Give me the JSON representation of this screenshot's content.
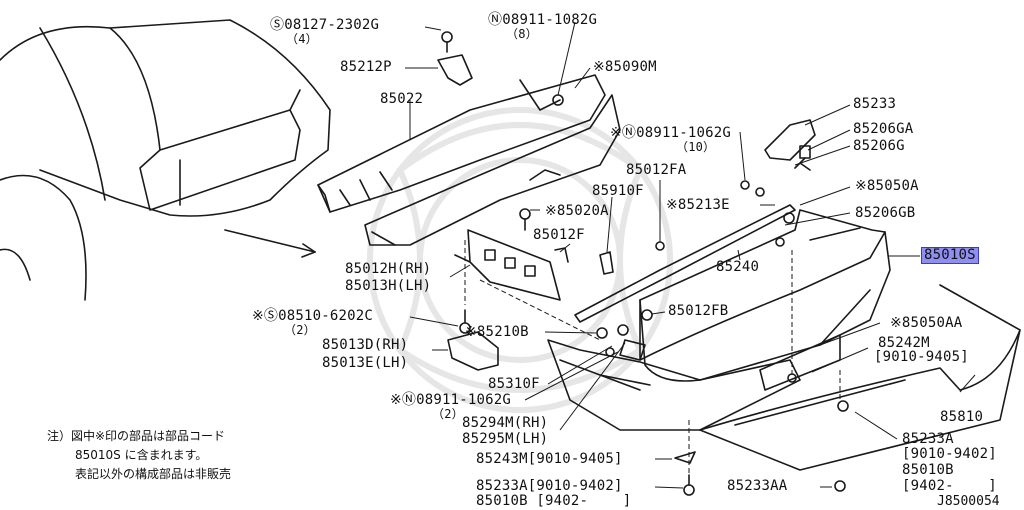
{
  "labels": {
    "s08127": "Ⓢ08127-2302G",
    "s08127_qty": "（4）",
    "n08911_1082": "Ⓝ08911-1082G",
    "n08911_1082_qty": "（8）",
    "p85212P": "85212P",
    "p85090M": "※85090M",
    "p85022": "85022",
    "p85233": "85233",
    "p85206GA": "85206GA",
    "p85206G": "85206G",
    "n08911_1062_top": "※Ⓝ08911-1062G",
    "n08911_1062_top_qty": "（10）",
    "p85012FA": "85012FA",
    "p85050A": "※85050A",
    "p85910F": "85910F",
    "p85213E": "※85213E",
    "p85206GB": "85206GB",
    "p85020A": "※85020A",
    "p85012F": "85012F",
    "p85010S": "85010S",
    "p85240": "85240",
    "p85012H": "85012H(RH)",
    "p85013H": "85013H(LH)",
    "s08510": "※Ⓢ08510-6202C",
    "s08510_qty": "（2）",
    "p85012FB": "85012FB",
    "p85050AA": "※85050AA",
    "p85210B": "※85210B",
    "p85242M": "85242M",
    "p85242M_range": "[9010-9405]",
    "p85013D": "85013D(RH)",
    "p85013E": "85013E(LH)",
    "p85310F": "85310F",
    "n08911_1062_bot": "※Ⓝ08911-1062G",
    "n08911_1062_bot_qty": "（2）",
    "p85810": "85810",
    "p85294M": "85294M(RH)",
    "p85295M": "85295M(LH)",
    "p85233A_right": "85233A",
    "p85233A_right_range": "[9010-9402]",
    "p85010B_right": "85010B",
    "p85010B_right_range": "[9402-    ]",
    "p85243M": "85243M[9010-9405]",
    "p85233A_bot": "85233A[9010-9402]",
    "p85010B_bot": "85010B [9402-    ]",
    "p85233AA": "85233AA"
  },
  "note": {
    "line1": "注）図中※印の部品は部品コード",
    "line2": "85010S に含まれます。",
    "line3": "表記以外の構成部品は非販売"
  },
  "diagram_code": "J8500054",
  "colors": {
    "line": "#1a1a1a",
    "highlight": "#8f8ff0",
    "watermark": "#e8e8e8"
  }
}
